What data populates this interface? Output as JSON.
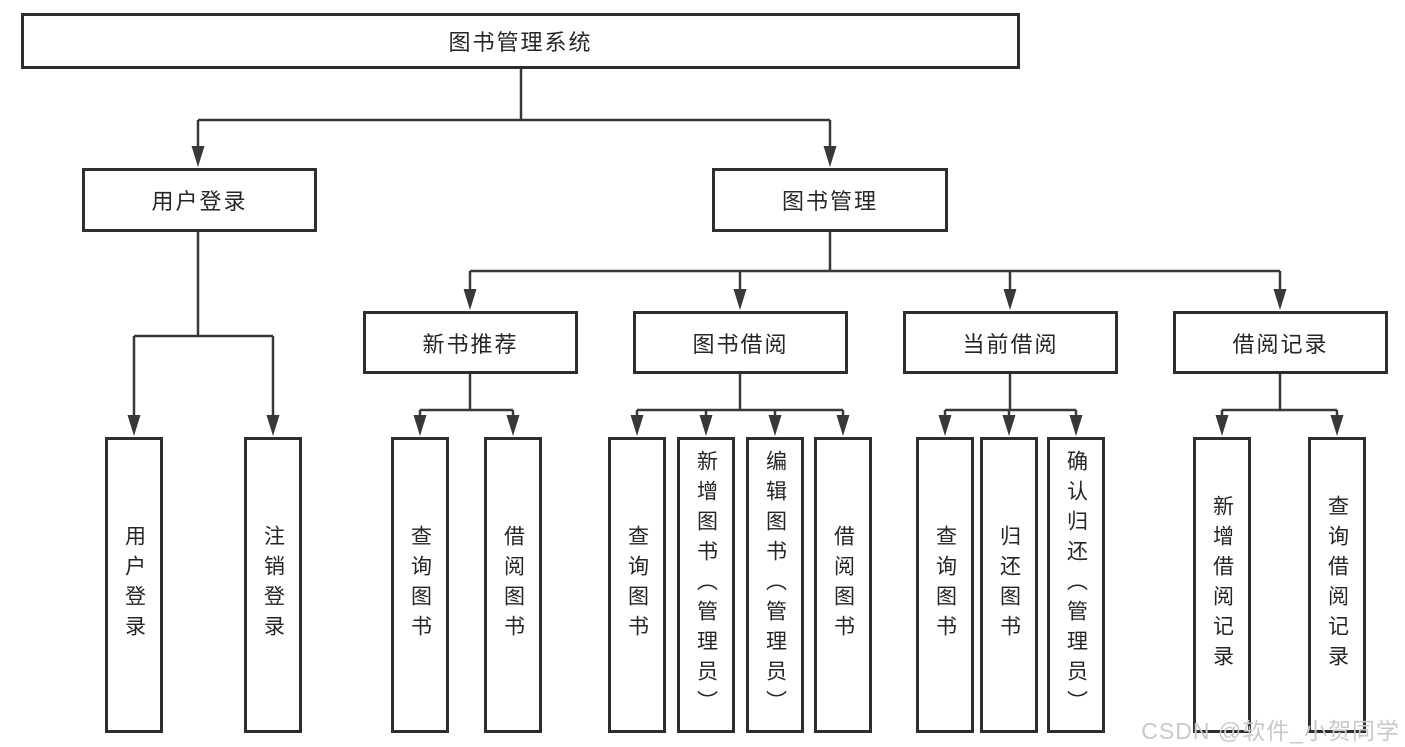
{
  "tree": {
    "label": "图书管理系统",
    "children": [
      {
        "label": "用户登录",
        "children": [
          {
            "label": "用户登录"
          },
          {
            "label": "注销登录"
          }
        ]
      },
      {
        "label": "图书管理",
        "children": [
          {
            "label": "新书推荐",
            "children": [
              {
                "label": "查询图书"
              },
              {
                "label": "借阅图书"
              }
            ]
          },
          {
            "label": "图书借阅",
            "children": [
              {
                "label": "查询图书"
              },
              {
                "label": "新增图书（管理员）"
              },
              {
                "label": "编辑图书（管理员）"
              },
              {
                "label": "借阅图书"
              }
            ]
          },
          {
            "label": "当前借阅",
            "children": [
              {
                "label": "查询图书"
              },
              {
                "label": "归还图书"
              },
              {
                "label": "确认归还（管理员）"
              }
            ]
          },
          {
            "label": "借阅记录",
            "children": [
              {
                "label": "新增借阅记录"
              },
              {
                "label": "查询借阅记录"
              }
            ]
          }
        ]
      }
    ]
  },
  "watermark": "CSDN @软件_小贺同学",
  "colors": {
    "line": "#383838",
    "box_border": "#2e2e2e",
    "text": "#262626",
    "watermark": "#c9c9c9",
    "background": "#ffffff"
  }
}
